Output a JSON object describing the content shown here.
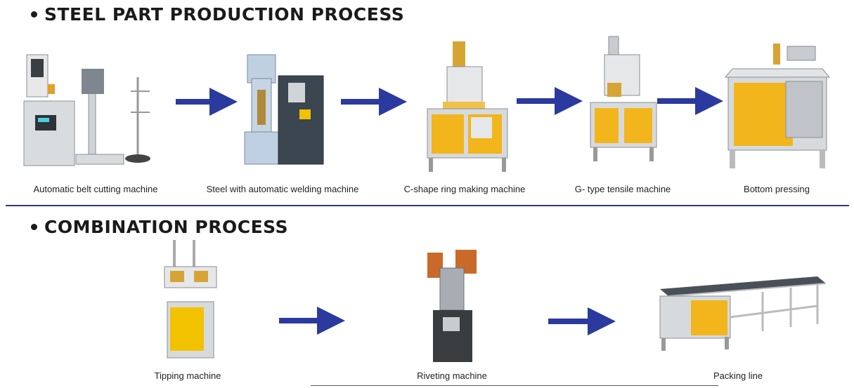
{
  "sections": [
    {
      "title": "STEEL PART PRODUCTION PROCESS",
      "steps": [
        {
          "label": "Automatic belt cutting machine"
        },
        {
          "label": "Steel with automatic welding machine"
        },
        {
          "label": "C-shape ring making machine"
        },
        {
          "label": "G- type tensile machine"
        },
        {
          "label": "Bottom pressing"
        }
      ]
    },
    {
      "title": "COMBINATION PROCESS",
      "steps": [
        {
          "label": "Tipping machine"
        },
        {
          "label": "Riveting machine"
        },
        {
          "label": "Packing line"
        }
      ]
    }
  ],
  "colors": {
    "arrow": "#2b3a9e",
    "divider": "#2a3a8c",
    "panel_yellow": "#f2b51c",
    "machine_gray": "#c9cdd2",
    "machine_blue": "#b9c9dc",
    "cabinet_dark": "#3c4650"
  }
}
